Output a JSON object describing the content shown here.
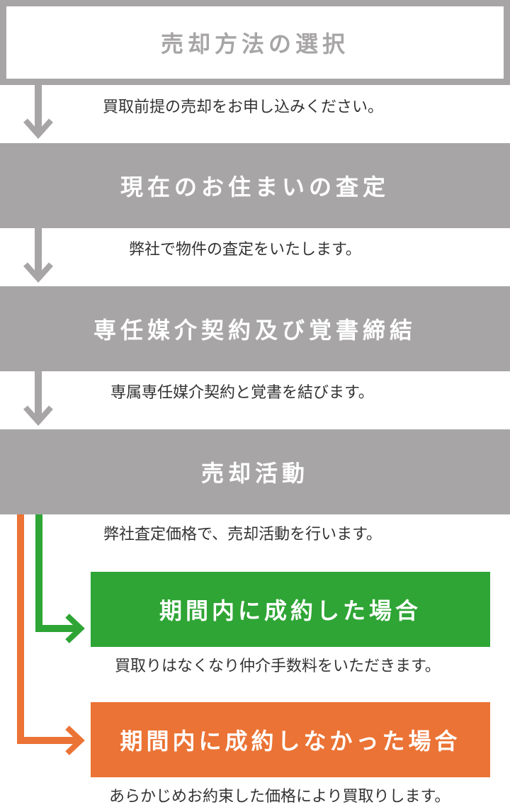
{
  "steps": [
    {
      "title": "売却方法の選択",
      "description": "買取前提の売却をお申し込みください。"
    },
    {
      "title": "現在のお住まいの査定",
      "description": "弊社で物件の査定をいたします。"
    },
    {
      "title": "専任媒介契約及び覚書締結",
      "description": "専属専任媒介契約と覚書を結びます。"
    },
    {
      "title": "売却活動",
      "description": "弊社査定価格で、売却活動を行います。"
    }
  ],
  "outcomes": [
    {
      "title": "期間内に成約した場合",
      "description": "買取りはなくなり仲介手数料をいただきます。"
    },
    {
      "title": "期間内に成約しなかった場合",
      "description": "あらかじめお約束した価格により買取りします。"
    }
  ],
  "colors": {
    "gray": "#a7a5a6",
    "green": "#2ea535",
    "orange": "#eb7335",
    "text": "#333333"
  }
}
